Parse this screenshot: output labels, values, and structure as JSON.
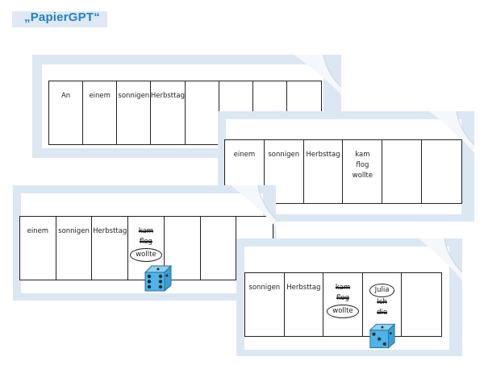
{
  "header": {
    "title": "„PapierGPT“"
  },
  "colors": {
    "title": "#1f84c6",
    "card_bg": "#dce7f4",
    "die": "#4fb3e6"
  },
  "panels": [
    {
      "cells": [
        {
          "words": [
            {
              "text": "An"
            }
          ]
        },
        {
          "words": [
            {
              "text": "einem"
            }
          ]
        },
        {
          "words": [
            {
              "text": "sonnigen"
            }
          ]
        },
        {
          "words": [
            {
              "text": "Herbsttag"
            }
          ]
        },
        {
          "words": []
        },
        {
          "words": []
        },
        {
          "words": []
        },
        {
          "words": []
        }
      ]
    },
    {
      "cells": [
        {
          "words": [
            {
              "text": "einem"
            }
          ]
        },
        {
          "words": [
            {
              "text": "sonnigen"
            }
          ]
        },
        {
          "words": [
            {
              "text": "Herbsttag"
            }
          ]
        },
        {
          "words": [
            {
              "text": "kam"
            },
            {
              "text": "flog"
            },
            {
              "text": "wollte"
            }
          ]
        },
        {
          "words": []
        },
        {
          "words": []
        }
      ]
    },
    {
      "cells": [
        {
          "words": [
            {
              "text": "einem"
            }
          ]
        },
        {
          "words": [
            {
              "text": "sonnigen"
            }
          ]
        },
        {
          "words": [
            {
              "text": "Herbsttag"
            }
          ]
        },
        {
          "words": [
            {
              "text": "kam",
              "struck": true
            },
            {
              "text": "flog",
              "struck": true
            },
            {
              "text": "wollte",
              "circled": true
            }
          ]
        },
        {
          "words": []
        },
        {
          "words": []
        },
        {
          "words": []
        }
      ]
    },
    {
      "cells": [
        {
          "words": [
            {
              "text": "sonnigen"
            }
          ]
        },
        {
          "words": [
            {
              "text": "Herbsttag"
            }
          ]
        },
        {
          "words": [
            {
              "text": "kam",
              "struck": true
            },
            {
              "text": "flog",
              "struck": true
            },
            {
              "text": "wollte",
              "circled": true
            }
          ]
        },
        {
          "words": [
            {
              "text": "Julia",
              "circled": true
            },
            {
              "text": "Ich",
              "struck": true
            },
            {
              "text": "die",
              "struck": true
            }
          ]
        },
        {
          "words": []
        }
      ]
    }
  ]
}
